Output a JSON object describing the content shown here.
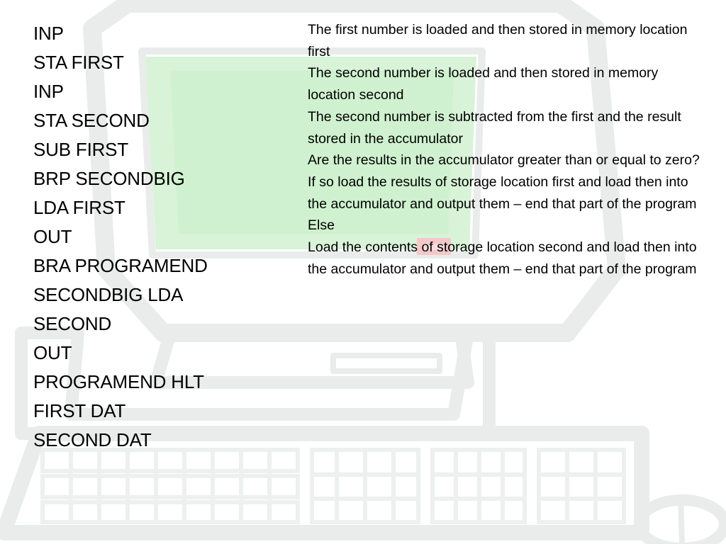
{
  "background": {
    "icon": "computer-icon",
    "colors": {
      "outline": "#e9ecea",
      "screen": "#d8f3d8",
      "indicator": "#f3c8c8"
    }
  },
  "code_lines": [
    "INP",
    "STA FIRST",
    "INP",
    "STA SECOND",
    "SUB FIRST",
    "BRP SECONDBIG",
    "LDA FIRST",
    "OUT",
    "BRA PROGRAMEND",
    "SECONDBIG LDA",
    "SECOND",
    "OUT",
    "PROGRAMEND HLT",
    "FIRST DAT",
    "SECOND DAT"
  ],
  "explanations": [
    "The first number is loaded and then stored in memory location first",
    "The second number is loaded and then stored in memory location second",
    "The second number is subtracted from the first and the result stored in the accumulator",
    "Are the results in the accumulator greater than or equal to zero? If so load the results of storage location first and load then into the accumulator and output them – end that part of the program",
    "Else",
    "Load the contents of storage location second and load then into the accumulator and output them – end that part of the program"
  ]
}
